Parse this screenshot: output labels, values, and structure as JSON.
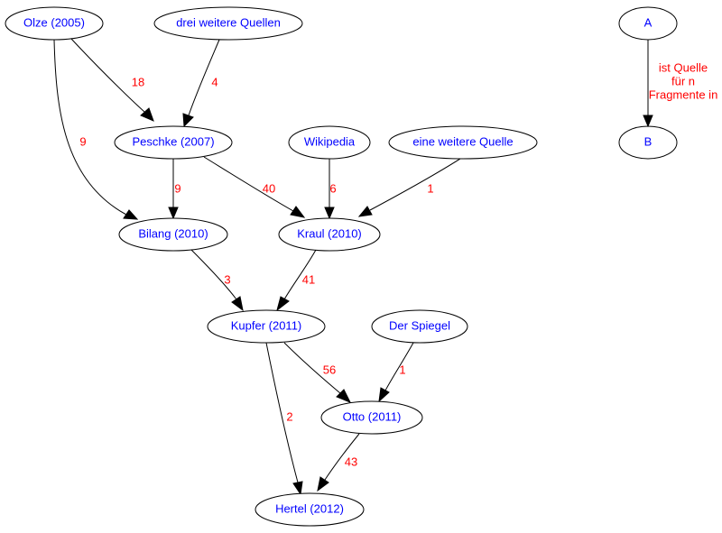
{
  "colors": {
    "node_text": "#0000ff",
    "edge_label": "#ff0000",
    "stroke": "#000000"
  },
  "nodes": [
    {
      "id": "olze",
      "label": "Olze (2005)"
    },
    {
      "id": "drei",
      "label": "drei weitere Quellen"
    },
    {
      "id": "peschke",
      "label": "Peschke (2007)"
    },
    {
      "id": "wikipedia",
      "label": "Wikipedia"
    },
    {
      "id": "eine",
      "label": "eine weitere Quelle"
    },
    {
      "id": "bilang",
      "label": "Bilang (2010)"
    },
    {
      "id": "kraul",
      "label": "Kraul (2010)"
    },
    {
      "id": "kupfer",
      "label": "Kupfer (2011)"
    },
    {
      "id": "spiegel",
      "label": "Der Spiegel"
    },
    {
      "id": "otto",
      "label": "Otto (2011)"
    },
    {
      "id": "hertel",
      "label": "Hertel (2012)"
    }
  ],
  "edges": [
    {
      "from": "olze",
      "to": "peschke",
      "label": "18"
    },
    {
      "from": "olze",
      "to": "bilang",
      "label": "9"
    },
    {
      "from": "drei",
      "to": "peschke",
      "label": "4"
    },
    {
      "from": "peschke",
      "to": "bilang",
      "label": "9"
    },
    {
      "from": "peschke",
      "to": "kraul",
      "label": "40"
    },
    {
      "from": "wikipedia",
      "to": "kraul",
      "label": "6"
    },
    {
      "from": "eine",
      "to": "kraul",
      "label": "1"
    },
    {
      "from": "bilang",
      "to": "kupfer",
      "label": "3"
    },
    {
      "from": "kraul",
      "to": "kupfer",
      "label": "41"
    },
    {
      "from": "kupfer",
      "to": "otto",
      "label": "56"
    },
    {
      "from": "kupfer",
      "to": "hertel",
      "label": "2"
    },
    {
      "from": "spiegel",
      "to": "otto",
      "label": "1"
    },
    {
      "from": "otto",
      "to": "hertel",
      "label": "43"
    }
  ],
  "legend": {
    "source_label": "A",
    "target_label": "B",
    "edge_text": [
      "ist Quelle",
      "für n",
      "Fragmente in"
    ]
  }
}
